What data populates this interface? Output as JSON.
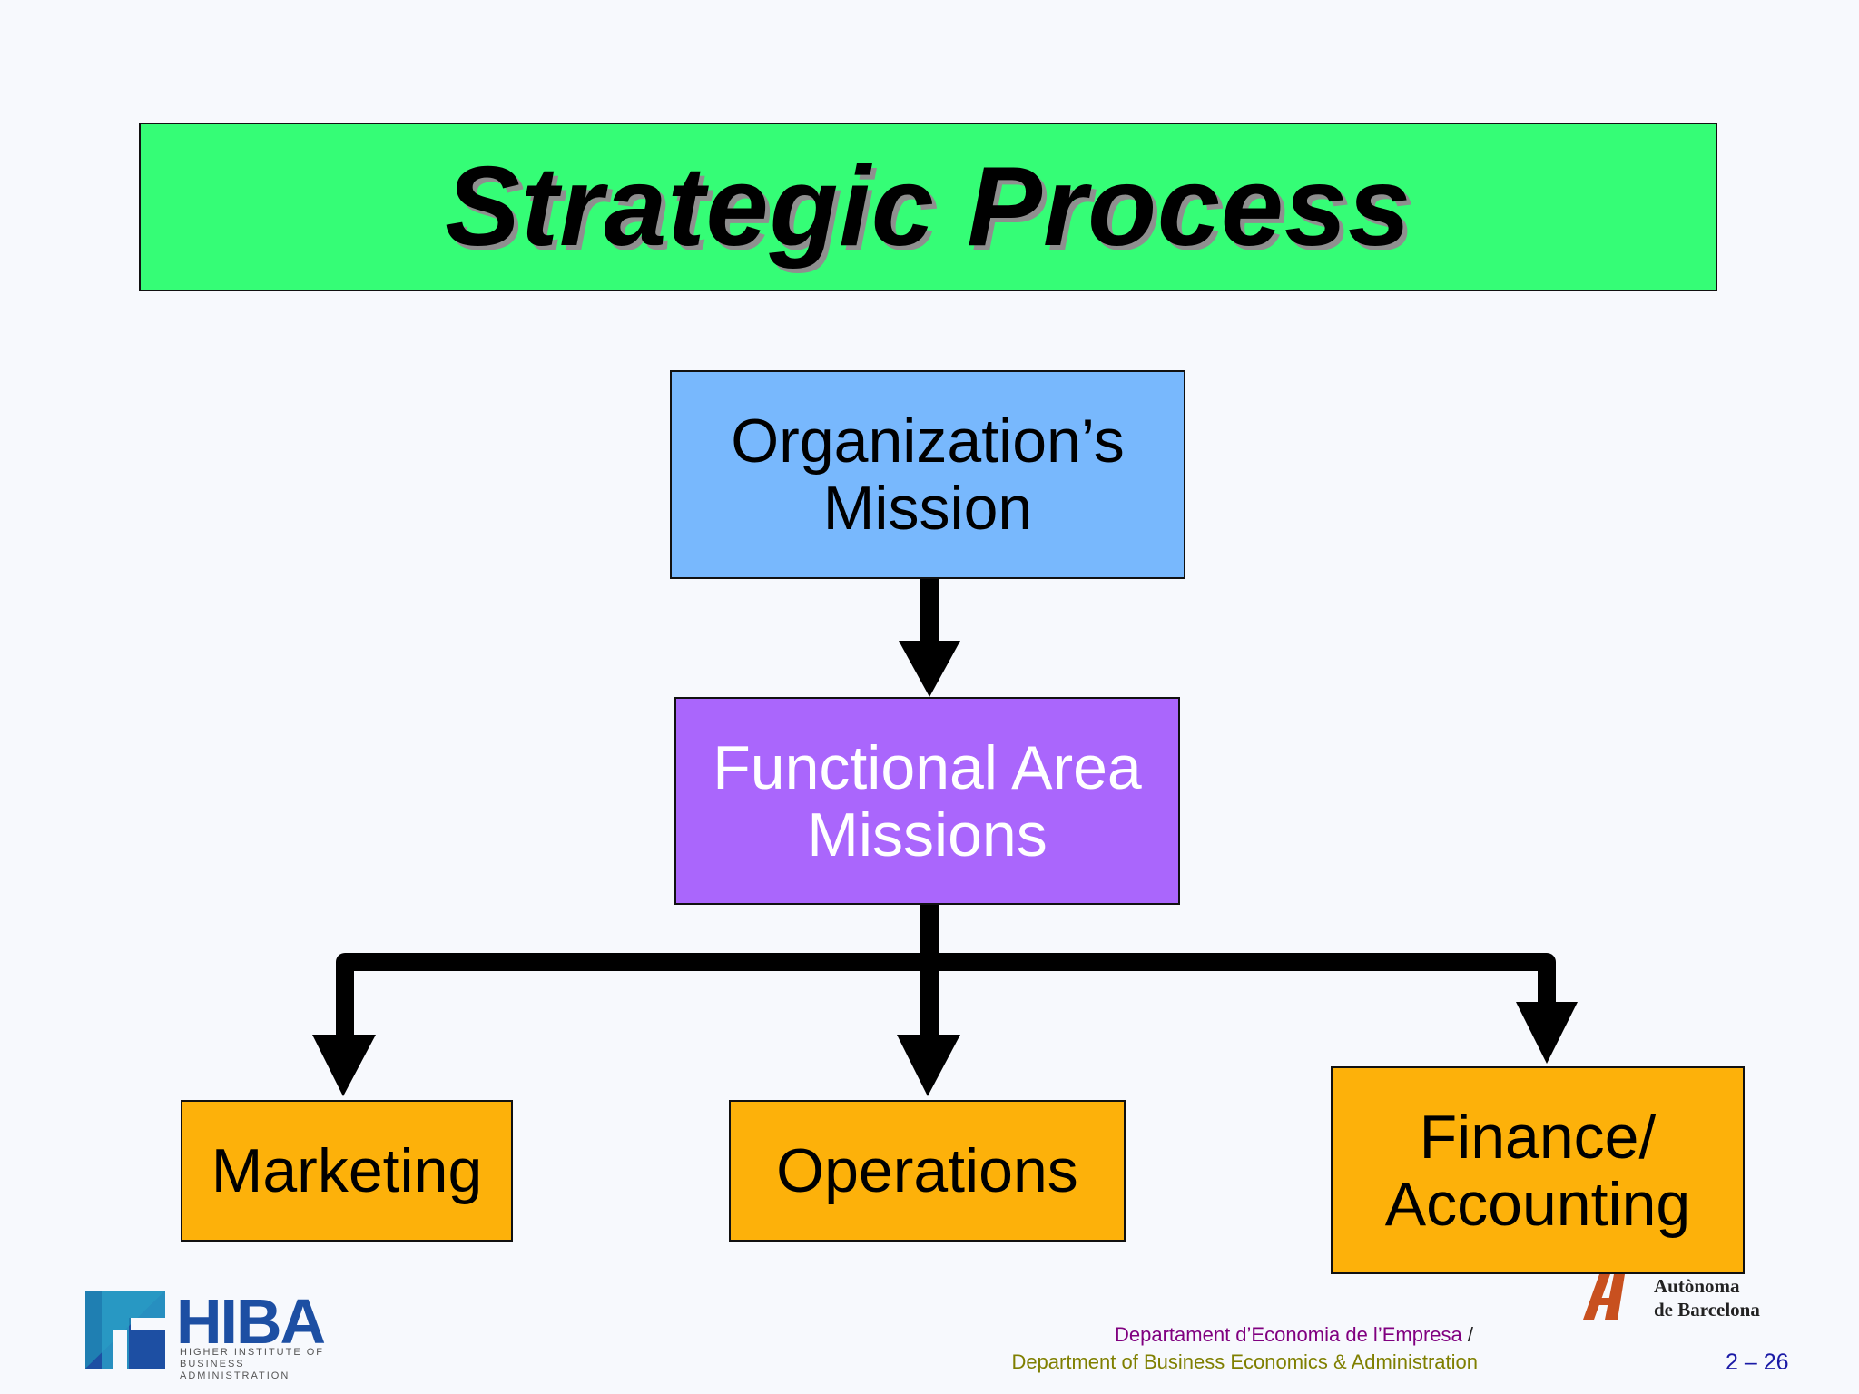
{
  "title": "Strategic Process",
  "nodes": {
    "mission": [
      "Organization’s",
      "Mission"
    ],
    "functional": [
      "Functional Area",
      "Missions"
    ],
    "marketing": [
      "Marketing"
    ],
    "operations": [
      "Operations"
    ],
    "finance": [
      "Finance/",
      "Accounting"
    ]
  },
  "edges": [
    {
      "from": "mission",
      "to": "functional"
    },
    {
      "from": "functional",
      "to": "marketing"
    },
    {
      "from": "functional",
      "to": "operations"
    },
    {
      "from": "functional",
      "to": "finance"
    }
  ],
  "footer": {
    "logo_left": {
      "word": "HIBA",
      "subtitle": [
        "HIGHER INSTITUTE OF",
        "BUSINESS ADMINISTRATION"
      ]
    },
    "logo_right": [
      "Autònoma",
      "de Barcelona"
    ],
    "dept_catalan": "Departament d’Economia de l’Empresa",
    "slash": "/",
    "dept_english": "Department of Business Economics & Administration",
    "page_number": "2 – 26"
  },
  "colors": {
    "title_bg": "#35fd76",
    "mission_bg": "#78b8fd",
    "functional_bg": "#aa66fc",
    "leaf_bg": "#fdb10a",
    "arrow": "#000000"
  }
}
